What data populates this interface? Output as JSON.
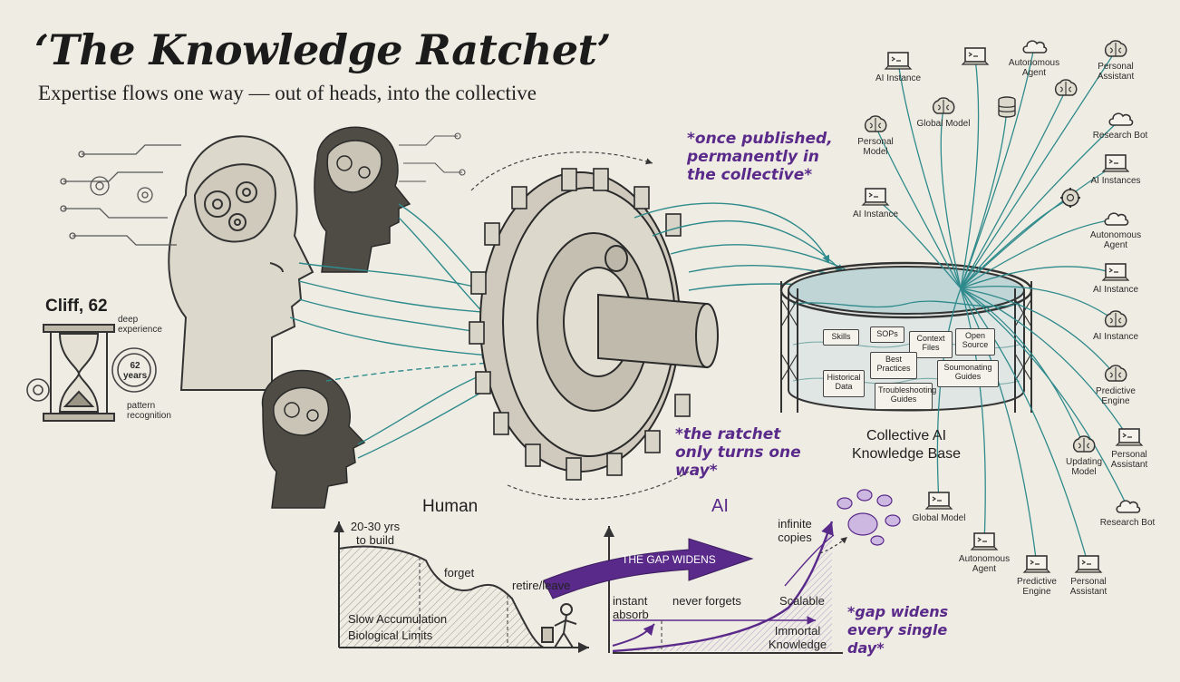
{
  "header": {
    "title": "‘The Knowledge Ratchet’",
    "subtitle": "Expertise flows one way — out of heads, into the collective"
  },
  "person": {
    "name": "Cliff, 62",
    "years": "62 years",
    "deep_experience": "deep experience",
    "pattern_recognition": "pattern recognition"
  },
  "notes": {
    "published": "*once published, permanently in the collective*",
    "ratchet": "*the ratchet only turns one way*",
    "gap": "*gap widens every single day*"
  },
  "knowledge_base": {
    "label": "Collective AI Knowledge Base",
    "cards": [
      "Skills",
      "SOPs",
      "Context Files",
      "Open Source",
      "Best Practices",
      "Historical Data",
      "Troubleshooting Guides",
      "Soumonating Guides"
    ]
  },
  "ai_nodes": [
    {
      "label": "AI Instance",
      "icon": "laptop-icon"
    },
    {
      "label": "",
      "icon": "laptop-icon"
    },
    {
      "label": "Autonomous Agent",
      "icon": "cloud-icon"
    },
    {
      "label": "Personal Assistant",
      "icon": "brain-icon"
    },
    {
      "label": "Global Model",
      "icon": "brain-icon"
    },
    {
      "label": "",
      "icon": "database-icon"
    },
    {
      "label": "",
      "icon": "brain-icon"
    },
    {
      "label": "Research Bot",
      "icon": "cloud-icon"
    },
    {
      "label": "Personal Model",
      "icon": "brain-icon"
    },
    {
      "label": "AI Instances",
      "icon": "laptop-icon"
    },
    {
      "label": "AI Instance",
      "icon": "laptop-icon"
    },
    {
      "label": "",
      "icon": "gear-brain-icon"
    },
    {
      "label": "Autonomous Agent",
      "icon": "cloud-icon"
    },
    {
      "label": "AI Instance",
      "icon": "laptop-icon"
    },
    {
      "label": "AI Instance",
      "icon": "brain-icon"
    },
    {
      "label": "Predictive Engine",
      "icon": "brain-icon"
    },
    {
      "label": "Updating Model",
      "icon": "brain-icon"
    },
    {
      "label": "Personal Assistant",
      "icon": "laptop-icon"
    },
    {
      "label": "Research Bot",
      "icon": "cloud-icon"
    },
    {
      "label": "Global Model",
      "icon": "laptop-icon"
    },
    {
      "label": "Autonomous Agent",
      "icon": "laptop-icon"
    },
    {
      "label": "Predictive Engine",
      "icon": "laptop-icon"
    },
    {
      "label": "Personal Assistant",
      "icon": "laptop-icon"
    }
  ],
  "human_chart": {
    "title": "Human",
    "build": "20-30 yrs to build",
    "forget": "forget",
    "retire": "retire/leave",
    "limits_1": "Slow Accumulation",
    "limits_2": "Biological Limits"
  },
  "ai_chart": {
    "title": "AI",
    "gap_banner": "THE GAP WIDENS",
    "infinite": "infinite copies",
    "instant": "instant absorb",
    "never_forgets": "never forgets",
    "scalable": "Scalable",
    "immortal": "Immortal Knowledge"
  },
  "colors": {
    "teal": "#2f8a8c",
    "purple": "#5a2a8a",
    "ink": "#2a2a2a",
    "paper": "#efede3"
  }
}
